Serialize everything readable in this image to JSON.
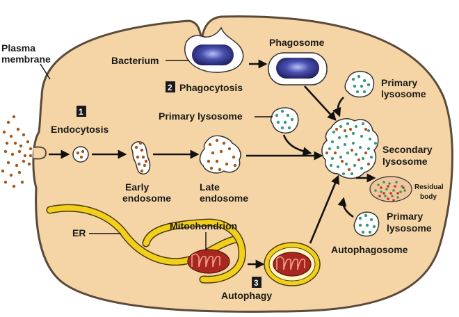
{
  "labels": {
    "plasma_membrane": [
      "Plasma",
      "membrane"
    ],
    "bacterium": "Bacterium",
    "phagosome": "Phagosome",
    "phagocytosis": "Phagocytosis",
    "phagocytosis_num": "2",
    "endocytosis": "Endocytosis",
    "endocytosis_num": "1",
    "primary_lysosome_mid": "Primary lysosome",
    "primary_lysosome_top": [
      "Primary",
      "lysosome"
    ],
    "secondary_lysosome": [
      "Secondary",
      "lysosome"
    ],
    "residual_body": [
      "Residual",
      "body"
    ],
    "early_endosome": [
      "Early",
      "endosome"
    ],
    "late_endosome": [
      "Late",
      "endosome"
    ],
    "primary_lysosome_bottom": [
      "Primary",
      "lysosome"
    ],
    "er": "ER",
    "mitochondrion": "Mitochondrion",
    "autophagosome": "Autophagosome",
    "autophagy": "Autophagy",
    "autophagy_num": "3"
  },
  "colors": {
    "cytoplasm": "#f5d5a5",
    "membrane_outline": "#5a4a3a",
    "particle": "#a3581b",
    "enzyme_dot": "#3a9a7c",
    "er_yellow": "#f2cf1a",
    "mito_red": "#a8271e",
    "bacterium_blue": "#2a2d7c",
    "residual_fill": "#f0c6a0"
  }
}
